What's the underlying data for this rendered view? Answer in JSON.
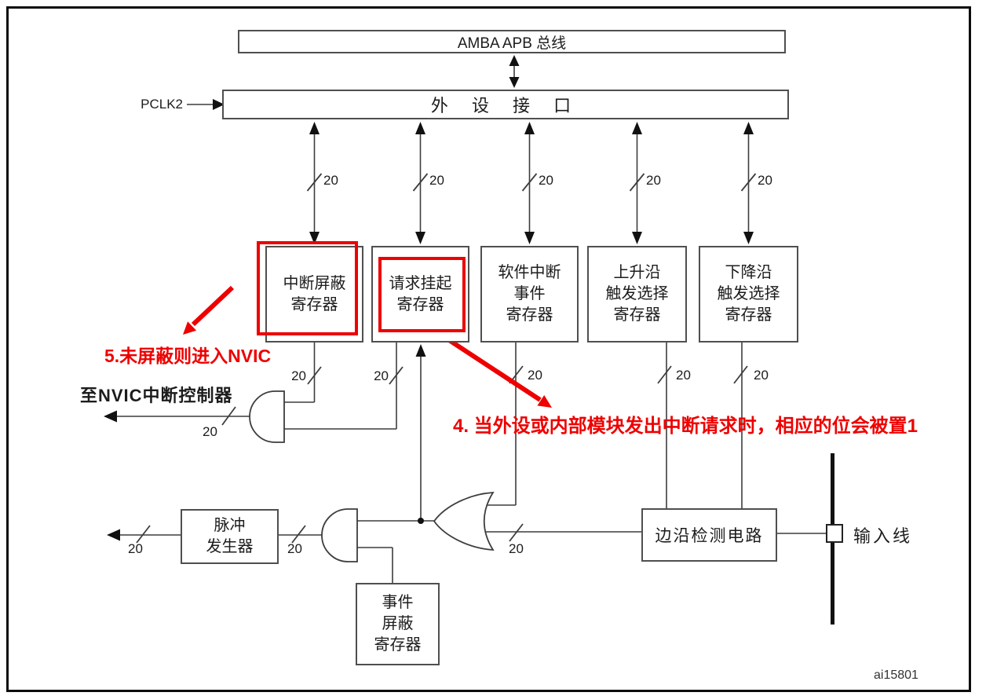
{
  "colors": {
    "accent_red": "#ee0000",
    "line": "#3d3d3d"
  },
  "figure": {
    "amba_bus": "AMBA APB 总线",
    "peripheral_interface": "外 设 接 口",
    "pclk": "PCLK2",
    "bus_width": "20",
    "to_nvic": "至NVIC中断控制器",
    "input_line": "输入线",
    "figure_id": "ai15801",
    "registers": [
      {
        "id": "interrupt-mask",
        "lines": [
          "中断屏蔽",
          "寄存器"
        ]
      },
      {
        "id": "pending-request",
        "lines": [
          "请求挂起",
          "寄存器"
        ]
      },
      {
        "id": "software-interrupt-event",
        "lines": [
          "软件中断",
          "事件",
          "寄存器"
        ]
      },
      {
        "id": "rising-edge-trigger",
        "lines": [
          "上升沿",
          "触发选择",
          "寄存器"
        ]
      },
      {
        "id": "falling-edge-trigger",
        "lines": [
          "下降沿",
          "触发选择",
          "寄存器"
        ]
      }
    ],
    "pulse_generator": {
      "lines": [
        "脉冲",
        "发生器"
      ]
    },
    "event_mask": {
      "lines": [
        "事件",
        "屏蔽",
        "寄存器"
      ]
    },
    "edge_detect": "边沿检测电路",
    "annotations": {
      "step5": "5.未屏蔽则进入NVIC",
      "step4": "4. 当外设或内部模块发出中断请求时，相应的位会被置1"
    }
  }
}
